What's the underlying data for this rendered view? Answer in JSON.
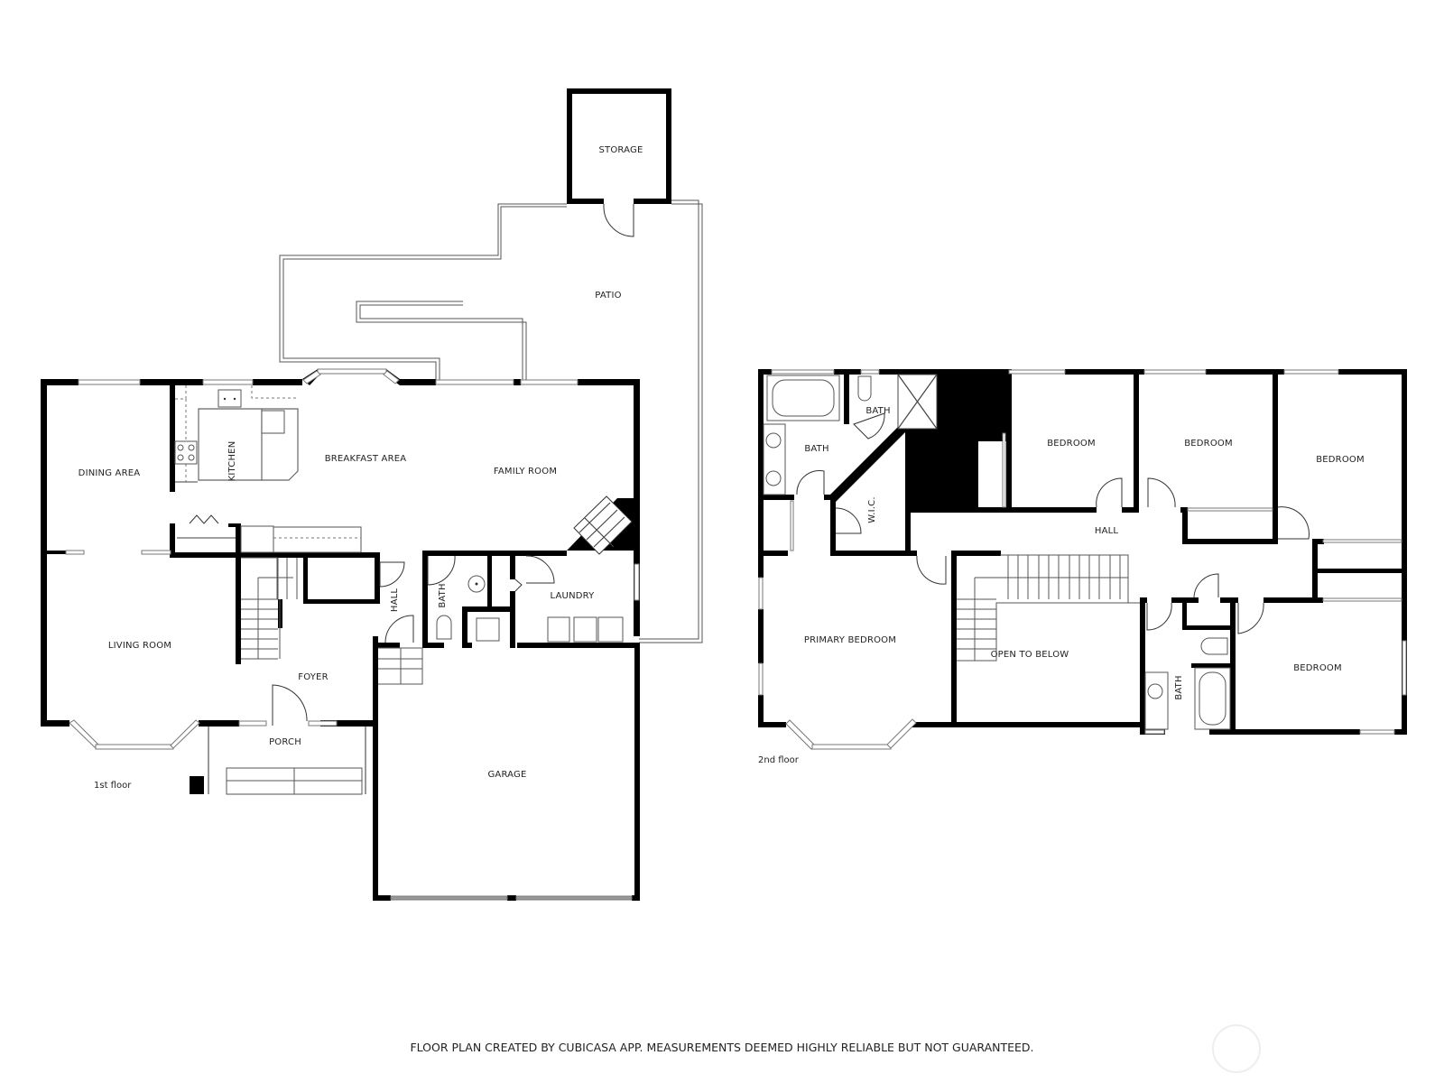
{
  "floors": [
    {
      "name": "1st floor",
      "rooms": [
        {
          "id": "storage",
          "label": "STORAGE"
        },
        {
          "id": "patio",
          "label": "PATIO"
        },
        {
          "id": "dining_area",
          "label": "DINING AREA"
        },
        {
          "id": "kitchen",
          "label": "KITCHEN"
        },
        {
          "id": "breakfast_area",
          "label": "BREAKFAST AREA"
        },
        {
          "id": "family_room",
          "label": "FAMILY ROOM"
        },
        {
          "id": "living_room",
          "label": "LIVING ROOM"
        },
        {
          "id": "hall",
          "label": "HALL"
        },
        {
          "id": "bath",
          "label": "BATH"
        },
        {
          "id": "laundry",
          "label": "LAUNDRY"
        },
        {
          "id": "foyer",
          "label": "FOYER"
        },
        {
          "id": "porch",
          "label": "PORCH"
        },
        {
          "id": "garage",
          "label": "GARAGE"
        }
      ]
    },
    {
      "name": "2nd floor",
      "rooms": [
        {
          "id": "bath_primary",
          "label": "BATH"
        },
        {
          "id": "bath_wc",
          "label": "BATH"
        },
        {
          "id": "wic",
          "label": "W.I.C."
        },
        {
          "id": "bedroom_1",
          "label": "BEDROOM"
        },
        {
          "id": "bedroom_2",
          "label": "BEDROOM"
        },
        {
          "id": "bedroom_3",
          "label": "BEDROOM"
        },
        {
          "id": "hall",
          "label": "HALL"
        },
        {
          "id": "primary_bedroom",
          "label": "PRIMARY BEDROOM"
        },
        {
          "id": "open_to_below",
          "label": "OPEN TO BELOW"
        },
        {
          "id": "bath_hall",
          "label": "BATH"
        },
        {
          "id": "bedroom_4",
          "label": "BEDROOM"
        }
      ]
    }
  ],
  "footer": {
    "disclaimer": "FLOOR PLAN CREATED BY CUBICASA APP. MEASUREMENTS DEEMED HIGHLY RELIABLE BUT NOT GUARANTEED."
  },
  "colors": {
    "wall": "#000000",
    "background": "#ffffff",
    "line": "#555555"
  }
}
